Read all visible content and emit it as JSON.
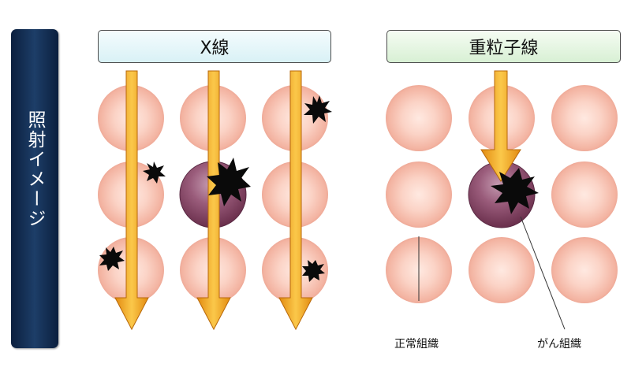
{
  "side_label": "照射イメージ",
  "xray": {
    "title": "X線"
  },
  "particle": {
    "title": "重粒子線"
  },
  "labels": {
    "normal": "正常組織",
    "cancer": "がん組織"
  },
  "colors": {
    "normal_cell": "#f7c4b4",
    "cancer_cell": "#8a4a6c",
    "beam": "#f0a020",
    "header_xray_border": "#4b4b4b",
    "side_bar": "#13305a"
  }
}
